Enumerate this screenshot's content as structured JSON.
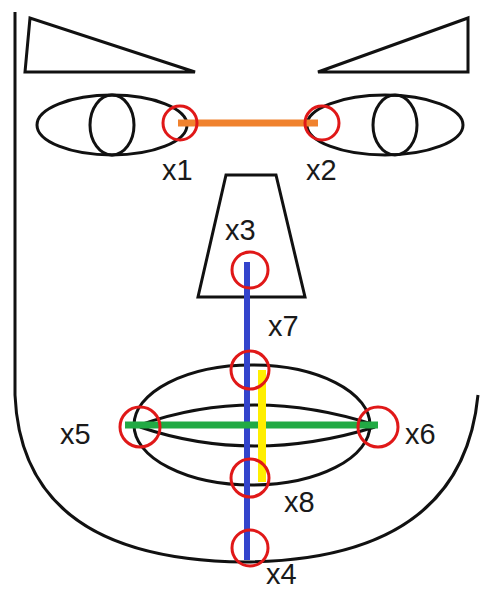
{
  "diagram": {
    "labels": [
      "x1",
      "x2",
      "x3",
      "x7",
      "x5",
      "x6",
      "x8",
      "x4"
    ]
  }
}
